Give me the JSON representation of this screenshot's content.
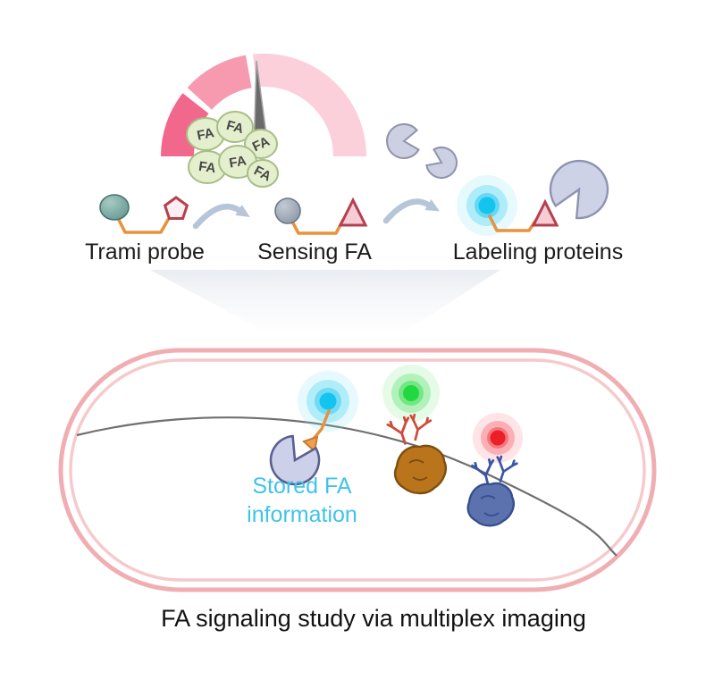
{
  "caption": "FA signaling study via multiplex imaging",
  "stages": {
    "trami_probe": "Trami probe",
    "sensing_fa": "Sensing FA",
    "labeling_proteins": "Labeling proteins"
  },
  "cell": {
    "stored_line1": "Stored FA",
    "stored_line2": "information"
  },
  "molecules": {
    "fa_label": "FA"
  },
  "colors": {
    "accent_cyan": "#12c4ee",
    "accent_green": "#21d83e",
    "accent_red": "#ec1e26",
    "stored_text_cyan": "#3fc3ea",
    "linker_orange": "#e8923d",
    "probe_outline_red": "#b5404f",
    "gauge_pink_dark": "#f2688c",
    "gauge_pink_mid": "#f79ab0",
    "gauge_pink_light": "#fbd0da",
    "cell_outline_pink": "#f0aeb2",
    "fa_blob_green": "#e4efcd",
    "protein_lavender": "#ced2e6",
    "brown_protein": "#b9741c",
    "blue_protein": "#5c72ae"
  }
}
